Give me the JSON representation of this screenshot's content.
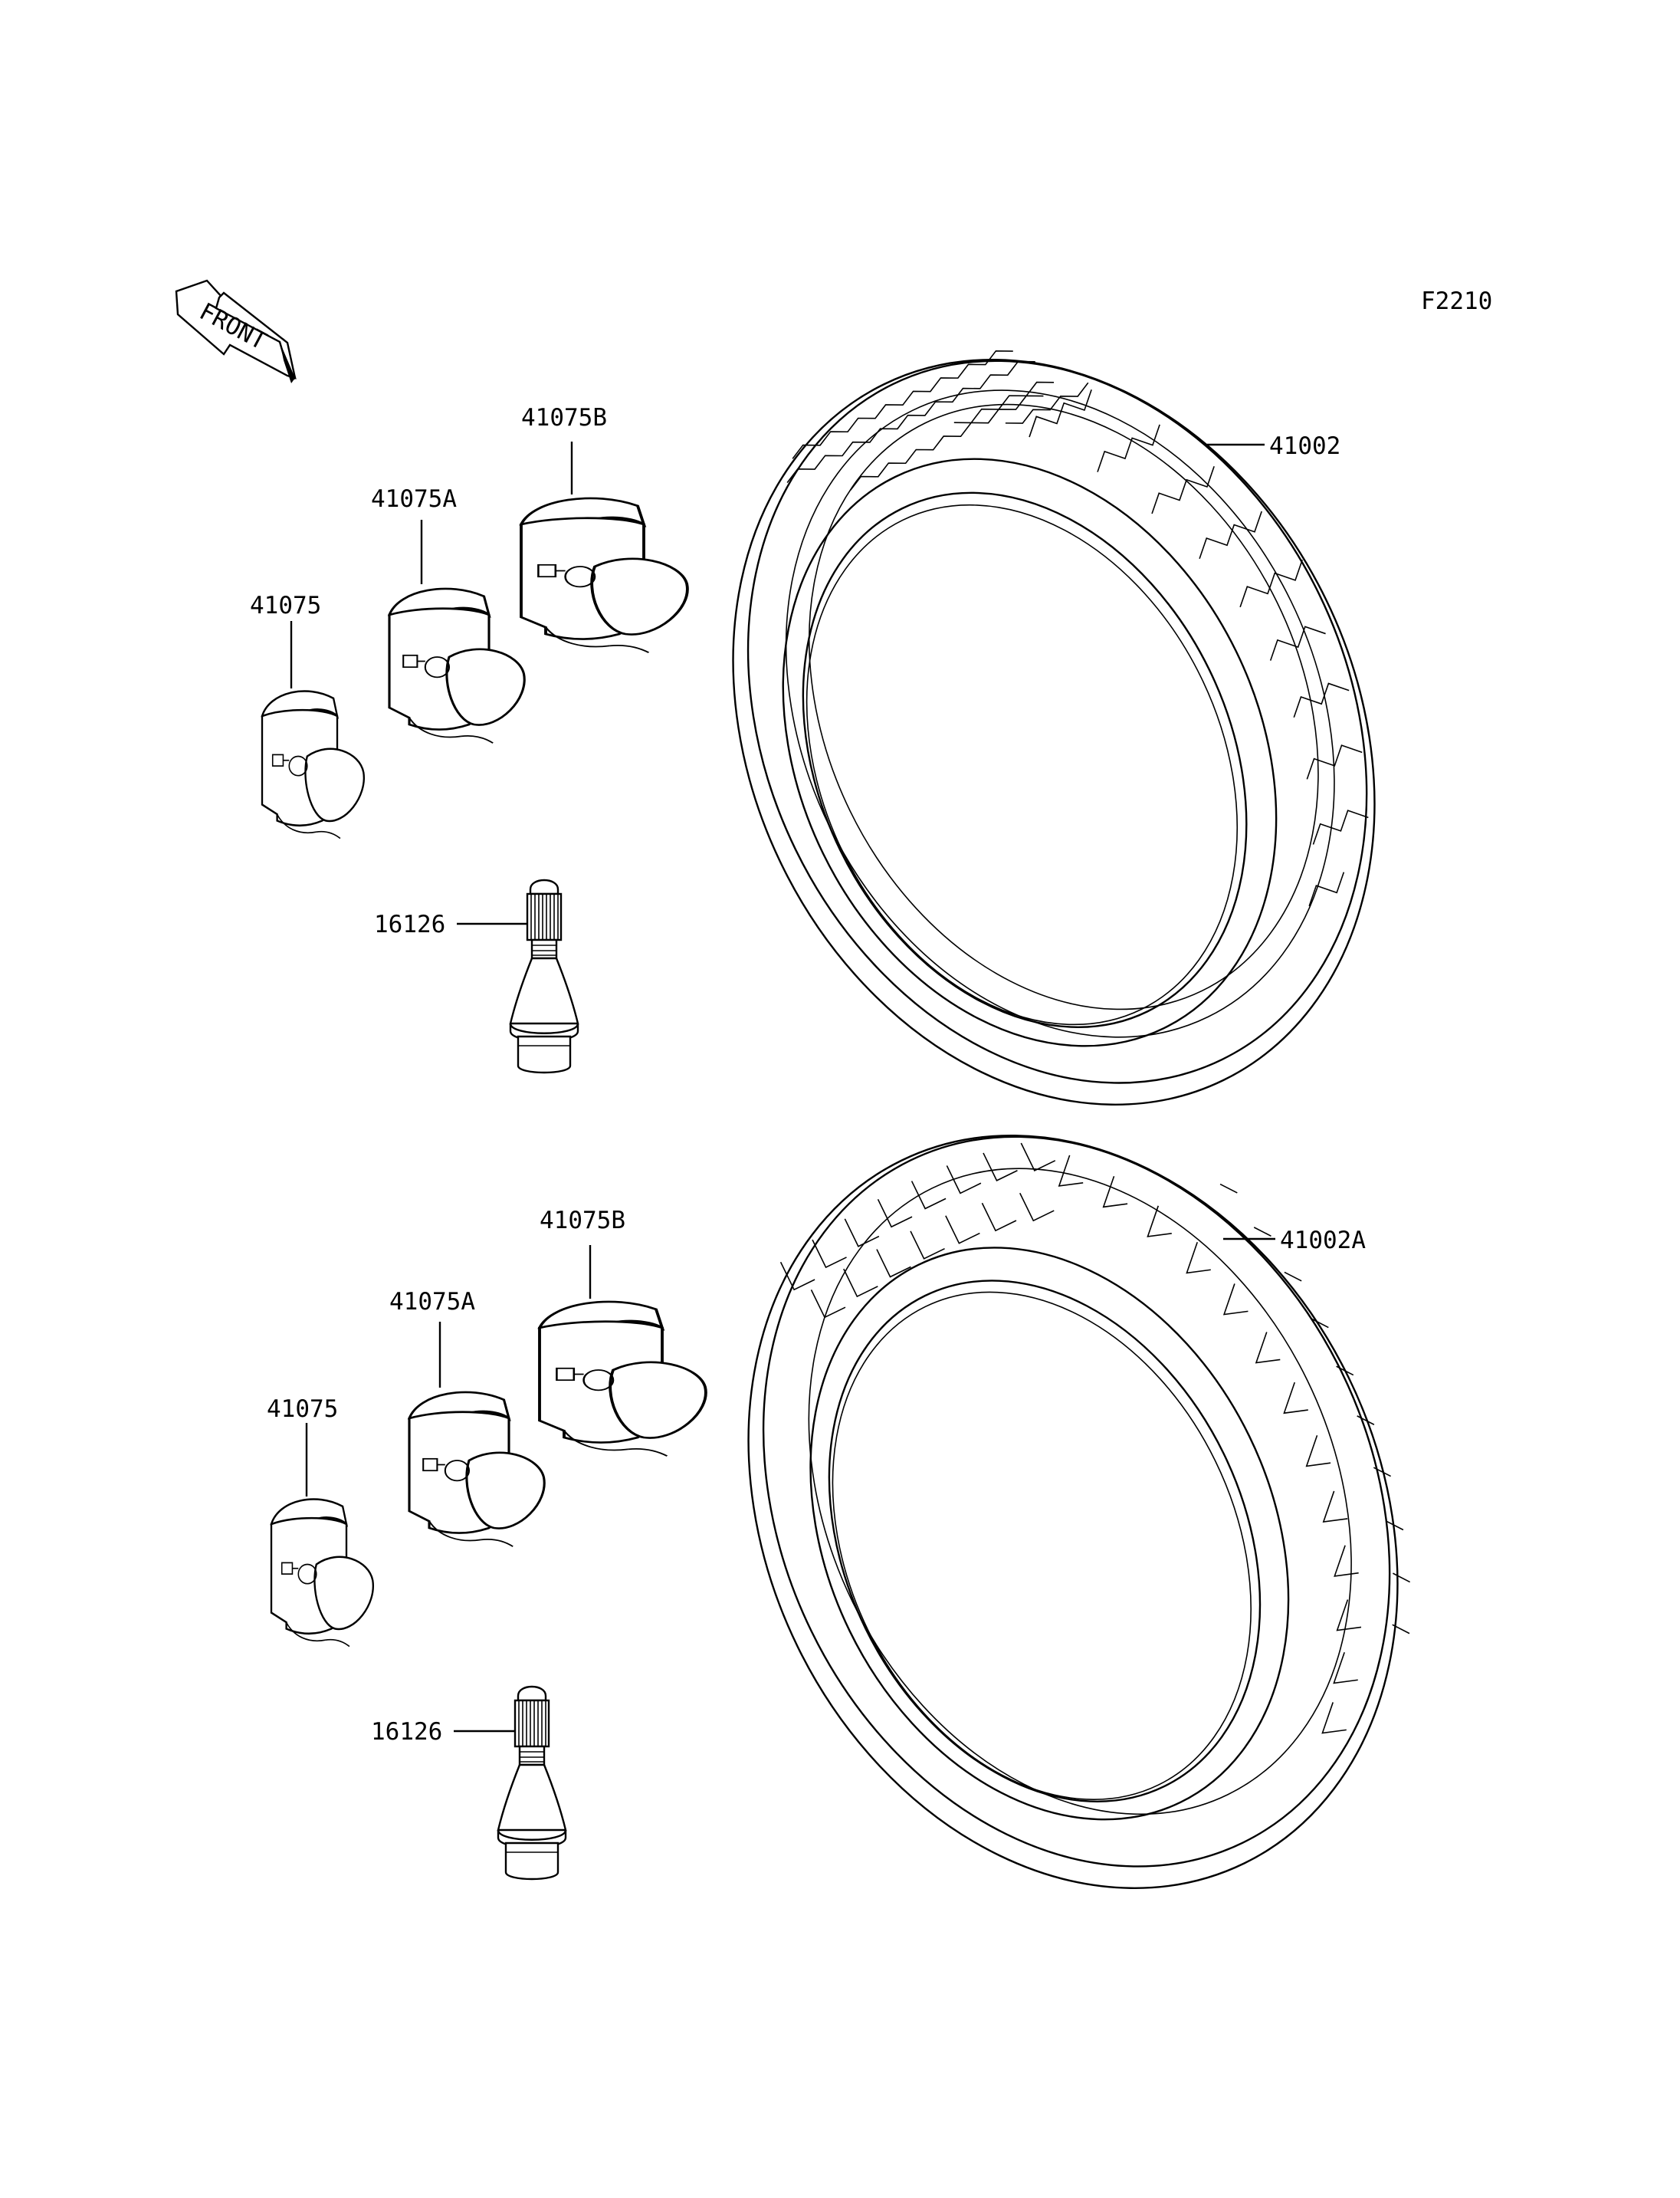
{
  "diagram": {
    "figure_code": "F2210",
    "direction_label": "FRONT",
    "upper_group": {
      "tire_label": "41002",
      "weight_b_label": "41075B",
      "weight_a_label": "41075A",
      "weight_label": "41075",
      "valve_label": "16126"
    },
    "lower_group": {
      "tire_label": "41002A",
      "weight_b_label": "41075B",
      "weight_a_label": "41075A",
      "weight_label": "41075",
      "valve_label": "16126"
    }
  }
}
